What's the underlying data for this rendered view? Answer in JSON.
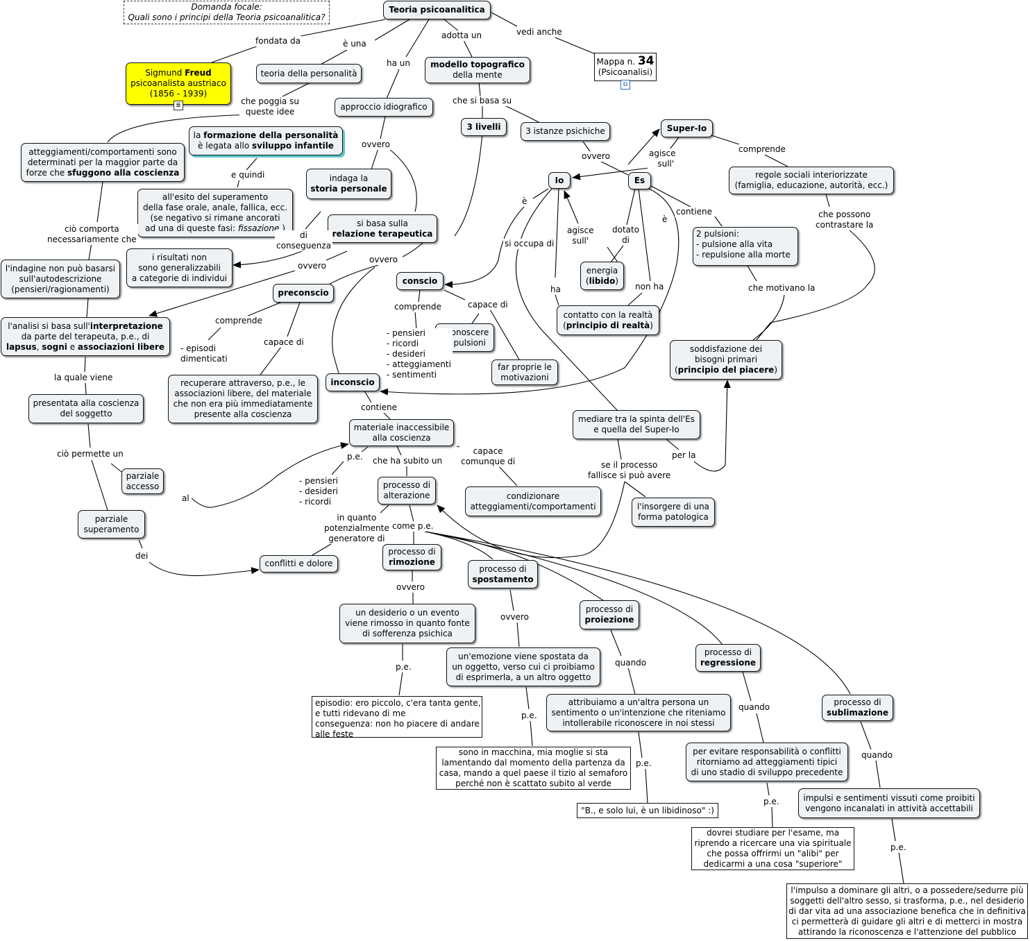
{
  "focal": {
    "l1": "Domanda focale:",
    "l2": "Quali sono i principi della Teoria psicoanalitica?"
  },
  "nodes": {
    "teoria": "Teoria psicoanalitica",
    "freud": {
      "pre": "Sigmund ",
      "name": "Freud",
      "l2": "psicoanalista austriaco",
      "l3": "(1856 - 1939)"
    },
    "personalita": "teoria della personalità",
    "idiografico": "approccio idiografico",
    "modello": {
      "bold": "modello topografico",
      "rest": "della mente"
    },
    "mappa": {
      "pre": "Mappa n. ",
      "num": "34",
      "l2": "(Psicoanalisi)"
    },
    "atteggiamenti": {
      "l1": "atteggiamenti/comportamenti sono",
      "l2": "determinati per la maggior parte da",
      "l3pre": "forze che ",
      "l3bold": "sfuggono alla coscienza"
    },
    "formazione": {
      "pre": "la ",
      "bold1": "formazione della personalità",
      "l2pre": "è legata allo ",
      "bold2": "sviluppo infantile"
    },
    "livelli": "3 livelli",
    "istanze": "3 istanze psichiche",
    "superio": "Super-Io",
    "io": "Io",
    "es": "Es",
    "regole": {
      "l1": "regole sociali interiorizzate",
      "l2": "(famiglia, educazione, autorità, ecc.)"
    },
    "indaga": {
      "l1": "indaga la",
      "bold": "storia personale"
    },
    "esito": {
      "l1": "all'esito del superamento",
      "l2": "della fase orale, anale, fallica, ecc.",
      "l3": "(se negativo si rimane ancorati",
      "l4pre": "ad una di queste fasi: ",
      "l4it": "fissazione",
      "l4post": " )"
    },
    "relazione": {
      "l1": "si basa sulla",
      "bold": "relazione terapeutica"
    },
    "pulsioni2": {
      "l1": "2 pulsioni:",
      "l2": "- pulsione alla vita",
      "l3": "- repulsione alla morte"
    },
    "indagine": {
      "l1": "l'indagine non può basarsi",
      "l2": "sull'autodescrizione",
      "l3": "(pensieri/ragionamenti)"
    },
    "risultati": {
      "l1": "i risultati non",
      "l2": "sono generalizzabili",
      "l3": "a categorie di individui"
    },
    "energia": {
      "l1": "energia",
      "bold": "libido"
    },
    "preconscio": "preconscio",
    "conscio": "conscio",
    "analisi": {
      "l1pre": "l'analisi si basa sull'",
      "l1bold": "interpretazione",
      "l2": "da parte del terapeuta, p.e., di",
      "b1": "lapsus",
      "b2": "sogni",
      "b3": "associazioni libere",
      "sep1": ", ",
      "sep2": " e "
    },
    "riconoscere": {
      "l1": "riconoscere",
      "l2": "le pulsioni"
    },
    "contatto": {
      "l1": "contatto con la realtà",
      "bold": "principio di realtà"
    },
    "soddisfazione": {
      "l1": "soddisfazione dei",
      "l2": "bisogni primari",
      "bold": "principio del piacere"
    },
    "farproprie": {
      "l1": "far proprie le",
      "l2": "motivazioni"
    },
    "inconscio": "inconscio",
    "recuperare": {
      "l1": "recuperare attraverso, p.e., le",
      "l2": "associazioni libere, del materiale",
      "l3": "che non era più immediatamente",
      "l4": "presente alla coscienza"
    },
    "presentata": {
      "l1": "presentata alla coscienza",
      "l2": "del soggetto"
    },
    "materiale": {
      "l1": "materiale inaccessibile",
      "l2": "alla coscienza"
    },
    "mediare": {
      "l1": "mediare tra la spinta dell'Es",
      "l2": "e quella del Super-Io"
    },
    "parziale_accesso": {
      "l1": "parziale",
      "l2": "accesso"
    },
    "alterazione": {
      "l1": "processo di",
      "l2": "alterazione"
    },
    "condizionare": {
      "l1": "condizionare",
      "l2": "atteggiamenti/comportamenti"
    },
    "patologica": {
      "l1": "l'insorgere di una",
      "l2": "forma patologica"
    },
    "parziale_sup": {
      "l1": "parziale",
      "l2": "superamento"
    },
    "conflitti": "conflitti e dolore",
    "rimozione": {
      "l1": "processo di",
      "bold": "rimozione"
    },
    "spostamento": {
      "l1": "processo di",
      "bold": "spostamento"
    },
    "proiezione": {
      "l1": "processo di",
      "bold": "proiezione"
    },
    "regressione": {
      "l1": "processo di",
      "bold": "regressione"
    },
    "sublimazione": {
      "l1": "processo di",
      "bold": "sublimazione"
    },
    "desiderio": {
      "l1": "un desiderio o un evento",
      "l2": "viene rimosso in quanto fonte",
      "l3": "di sofferenza psichica"
    },
    "emozione": {
      "l1": "un'emozione viene spostata da",
      "l2": "un oggetto, verso cui ci proibiamo",
      "l3": "di esprimerla, a un altro oggetto"
    },
    "attribuiamo": {
      "l1": "attribuiamo a un'altra persona un",
      "l2": "sentimento o un'intenzione che riteniamo",
      "l3": "intollerabile riconoscere in noi stessi"
    },
    "evitare": {
      "l1": "per evitare responsabilità o conflitti",
      "l2": "ritorniamo ad atteggiamenti tipici",
      "l3": "di uno stadio di sviluppo precedente"
    },
    "impulsi": {
      "l1": "impulsi e sentimenti vissuti come proibiti",
      "l2": "vengono incanalati in attività accettabili"
    },
    "episodio": {
      "l1": "episodio: ero piccolo, c'era tanta gente,",
      "l2": "e tutti ridevano di me",
      "l3": "conseguenza: non ho piacere di andare",
      "l4": "alle feste"
    },
    "macchina": {
      "l1": "sono in macchina, mia moglie si sta",
      "l2": "lamentando dal momento della partenza da",
      "l3": "casa, mando a quel paese il tizio al semaforo",
      "l4": "perché non è scattato subito al verde"
    },
    "libidinoso": "\"B., e solo lui, è un libidinoso\" :)",
    "studiare": {
      "l1": "dovrei studiare per l'esame, ma",
      "l2": "riprendo a ricercare una via spirituale",
      "l3": "che possa offrirmi un \"alibi\" per",
      "l4": "dedicarmi a una cosa \"superiore\""
    },
    "impulso": {
      "l1": "l'impulso a dominare gli altri, o a possedere/sedurre più",
      "l2": "soggetti dell'altro sesso, si trasforma, p.e., nel desiderio",
      "l3": "di dar vita ad una associazione benefica che in definitiva",
      "l4": "ci permetterà di guidare gli altri e di metterci in mostra",
      "l5": "attirando la riconoscenza e l'attenzione del pubblico"
    }
  },
  "labels": {
    "fondata_da": "fondata da",
    "e_una": "è una",
    "ha_un": "ha un",
    "adotta_un": "adotta un",
    "vedi_anche": "vedi anche",
    "poggia_1": "che poggia su",
    "poggia_2": "queste idee",
    "che_si_basa_su": "che si basa su",
    "ovvero_1": "ovvero",
    "ovvero_2": "ovvero",
    "agisce_1": "agisce",
    "agisce_2": "sull'",
    "comprende_1": "comprende",
    "e_quindi": "e quindi",
    "e_1": "è",
    "e_2": "è",
    "contiene_1": "contiene",
    "che_possono_1": "che possono",
    "che_possono_2": "contrastare la",
    "comporta_1": "ciò comporta",
    "comporta_2": "necessariamente che",
    "di_conseguenza_1": "di",
    "di_conseguenza_2": "conseguenza",
    "ovvero_3": "ovvero",
    "si_occupa_di": "si occupa di",
    "agisce2_1": "agisce",
    "agisce2_2": "sull'",
    "dotato_1": "dotato",
    "dotato_2": "di",
    "ovvero_4": "ovvero",
    "che_motivano_la": "che motivano la",
    "ha": "ha",
    "non_ha": "non ha",
    "comprende_2": "comprende",
    "capace_di_1": "capace di",
    "comprende_3": "comprende",
    "episodi_1": "- episodi",
    "episodi_2": "dimenticati",
    "capace_di_2": "capace di",
    "conscio_list_1": "- pensieri",
    "conscio_list_2": "- ricordi",
    "conscio_list_3": "- desideri",
    "conscio_list_4": "- atteggiamenti",
    "conscio_list_5": "- sentimenti",
    "la_quale_viene": "la quale viene",
    "contiene_2": "contiene",
    "cio_permette_un": "ciò permette un",
    "pe_1": "p.e.",
    "che_ha_subito_un": "che ha subito un",
    "capace_comunque_1": "capace",
    "capace_comunque_2": "comunque di",
    "per_la": "per la",
    "fallisce_1": "se il processo",
    "fallisce_2": "fallisce si può avere",
    "pdr_1": "- pensieri",
    "pdr_2": "- desideri",
    "pdr_3": "- ricordi",
    "al": "al",
    "in_quanto_1": "in quanto",
    "in_quanto_2": "potenzialmente",
    "in_quanto_3": "generatore di",
    "come_pe": "come p.e.",
    "dei": "dei",
    "ovvero_5": "ovvero",
    "ovvero_6": "ovvero",
    "quando_1": "quando",
    "quando_2": "quando",
    "quando_3": "quando",
    "pe_2": "p.e.",
    "pe_3": "p.e.",
    "pe_4": "p.e.",
    "pe_5": "p.e.",
    "pe_6": "p.e."
  },
  "icons": {
    "freud_note": "note-icon",
    "mappa_link": "concept-map-link-icon"
  },
  "colors": {
    "node_fill": "#eef2f4",
    "freud_fill": "#ffff00",
    "teal_shadow": "#5cc8c8",
    "line": "#000000"
  }
}
